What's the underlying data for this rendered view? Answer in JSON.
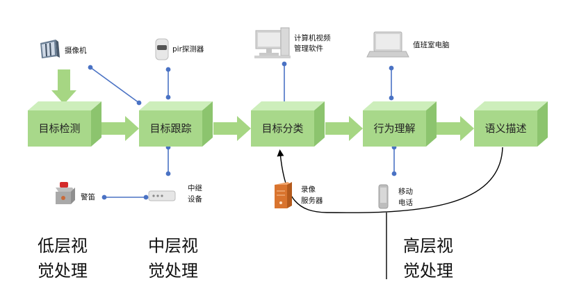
{
  "boxes": {
    "detect": "目标检测",
    "track": "目标跟踪",
    "classify": "目标分类",
    "behavior": "行为理解",
    "semantic": "语义描述"
  },
  "devices": {
    "camera": "摄像机",
    "pir": "pir探测器",
    "pc_software": [
      "计算机视频",
      "管理软件"
    ],
    "duty_pc": "值班室电脑",
    "alarm": "警笛",
    "relay": [
      "中继",
      "设备"
    ],
    "recorder": [
      "录像",
      "服务器"
    ],
    "mobile": [
      "移动",
      "电话"
    ]
  },
  "levels": {
    "low": [
      "低层视",
      "觉处理"
    ],
    "mid": [
      "中层视",
      "觉处理"
    ],
    "high": [
      "高层视",
      "觉处理"
    ]
  },
  "colors": {
    "box_front": "#a8d88a",
    "box_top": "#cdeebb",
    "box_side": "#8cc46e",
    "arrow_green": "#a6d683",
    "link_blue": "#4a72c4",
    "feedback_line": "#000000"
  },
  "icons": {
    "camera": "camera-icon",
    "pir": "pir-sensor-icon",
    "pc": "desktop-computer-icon",
    "laptop": "laptop-icon",
    "alarm": "siren-icon",
    "relay": "relay-device-icon",
    "recorder": "server-icon",
    "mobile": "mobile-phone-icon"
  }
}
